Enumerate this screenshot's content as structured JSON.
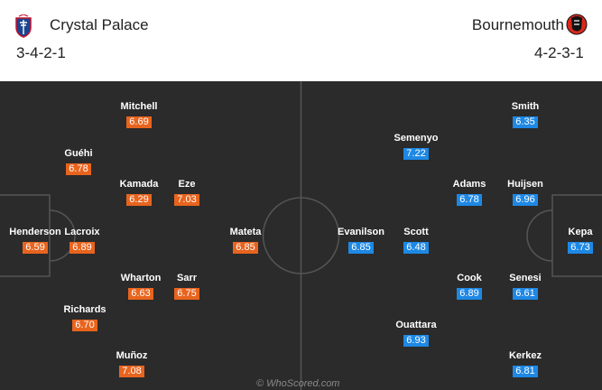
{
  "home": {
    "name": "Crystal Palace",
    "formation": "3-4-2-1",
    "rating_color": "#e8641e",
    "crest_icon": "crystal-palace-crest-icon",
    "players": [
      {
        "name": "Henderson",
        "rating": "6.59"
      },
      {
        "name": "Guéhi",
        "rating": "6.78"
      },
      {
        "name": "Lacroix",
        "rating": "6.89"
      },
      {
        "name": "Richards",
        "rating": "6.70"
      },
      {
        "name": "Mitchell",
        "rating": "6.69"
      },
      {
        "name": "Kamada",
        "rating": "6.29"
      },
      {
        "name": "Wharton",
        "rating": "6.63"
      },
      {
        "name": "Muñoz",
        "rating": "7.08"
      },
      {
        "name": "Eze",
        "rating": "7.03"
      },
      {
        "name": "Sarr",
        "rating": "6.75"
      },
      {
        "name": "Mateta",
        "rating": "6.85"
      }
    ]
  },
  "away": {
    "name": "Bournemouth",
    "formation": "4-2-3-1",
    "rating_color": "#1e88e5",
    "crest_icon": "bournemouth-crest-icon",
    "players": [
      {
        "name": "Kepa",
        "rating": "6.73"
      },
      {
        "name": "Smith",
        "rating": "6.35"
      },
      {
        "name": "Huijsen",
        "rating": "6.96"
      },
      {
        "name": "Senesi",
        "rating": "6.61"
      },
      {
        "name": "Kerkez",
        "rating": "6.81"
      },
      {
        "name": "Adams",
        "rating": "6.78"
      },
      {
        "name": "Cook",
        "rating": "6.89"
      },
      {
        "name": "Semenyo",
        "rating": "7.22"
      },
      {
        "name": "Scott",
        "rating": "6.48"
      },
      {
        "name": "Ouattara",
        "rating": "6.93"
      },
      {
        "name": "Evanilson",
        "rating": "6.85"
      }
    ]
  },
  "watermark": "© WhoScored.com"
}
